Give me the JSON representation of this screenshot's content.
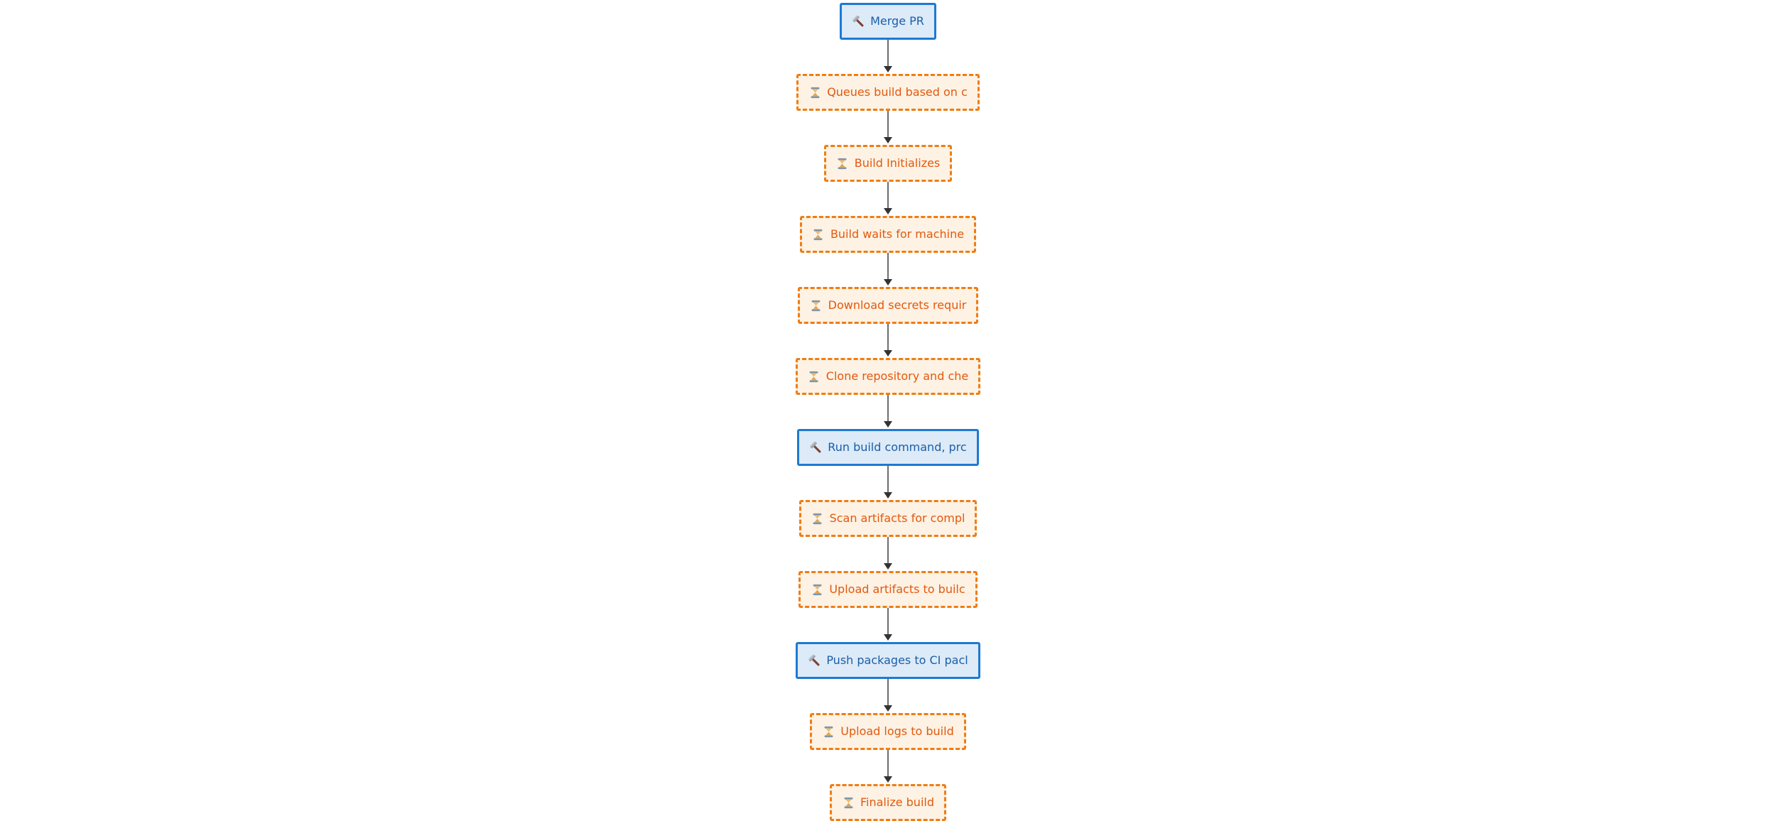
{
  "diagram": {
    "type": "flowchart",
    "direction": "top-down",
    "nodes": [
      {
        "id": "merge-pr",
        "label": "Merge PR",
        "kind": "action",
        "icon": "hammer"
      },
      {
        "id": "queues-build",
        "label": "Queues build based on c",
        "kind": "pending",
        "icon": "hourglass"
      },
      {
        "id": "build-initializes",
        "label": "Build Initializes",
        "kind": "pending",
        "icon": "hourglass"
      },
      {
        "id": "build-waits",
        "label": "Build waits for machine",
        "kind": "pending",
        "icon": "hourglass"
      },
      {
        "id": "download-secrets",
        "label": "Download secrets requir",
        "kind": "pending",
        "icon": "hourglass"
      },
      {
        "id": "clone-repository",
        "label": "Clone repository and che",
        "kind": "pending",
        "icon": "hourglass"
      },
      {
        "id": "run-build-command",
        "label": "Run build command, prc",
        "kind": "action",
        "icon": "hammer"
      },
      {
        "id": "scan-artifacts",
        "label": "Scan artifacts for compl",
        "kind": "pending",
        "icon": "hourglass"
      },
      {
        "id": "upload-artifacts",
        "label": "Upload artifacts to builc",
        "kind": "pending",
        "icon": "hourglass"
      },
      {
        "id": "push-packages",
        "label": "Push packages to CI pacl",
        "kind": "action",
        "icon": "hammer"
      },
      {
        "id": "upload-logs",
        "label": "Upload logs to build",
        "kind": "pending",
        "icon": "hourglass"
      },
      {
        "id": "finalize-build",
        "label": "Finalize build",
        "kind": "pending",
        "icon": "hourglass"
      }
    ],
    "edges": [
      [
        0,
        1
      ],
      [
        1,
        2
      ],
      [
        2,
        3
      ],
      [
        3,
        4
      ],
      [
        4,
        5
      ],
      [
        5,
        6
      ],
      [
        6,
        7
      ],
      [
        7,
        8
      ],
      [
        8,
        9
      ],
      [
        9,
        10
      ],
      [
        10,
        11
      ]
    ],
    "colors": {
      "canvas": "#ffffff",
      "action_border": "#1e7ad1",
      "action_fill": "#ddeaf8",
      "action_text": "#1a5fa8",
      "pending_border": "#ee7d15",
      "pending_fill": "#fdf2e3",
      "pending_text": "#e2590f",
      "arrow_line": "#6e6e6e",
      "arrow_head": "#333333"
    }
  }
}
